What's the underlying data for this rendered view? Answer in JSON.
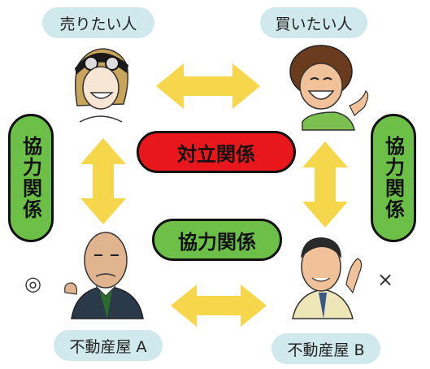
{
  "roles": {
    "seller": "売りたい人",
    "buyer": "買いたい人",
    "agent_a": "不動産屋 A",
    "agent_b": "不動産屋 B"
  },
  "relations": {
    "opposition": "対立関係",
    "cooperation_center": "協力関係",
    "cooperation_left": "協力関係",
    "cooperation_right": "協力関係"
  },
  "marks": {
    "agent_a_mark": "◎",
    "agent_b_mark": "×"
  },
  "colors": {
    "pill_bg": "#cfe9ec",
    "opposition_red": "#e8171b",
    "cooperation_green": "#6cc048",
    "arrow_yellow": "#f6d64a"
  }
}
